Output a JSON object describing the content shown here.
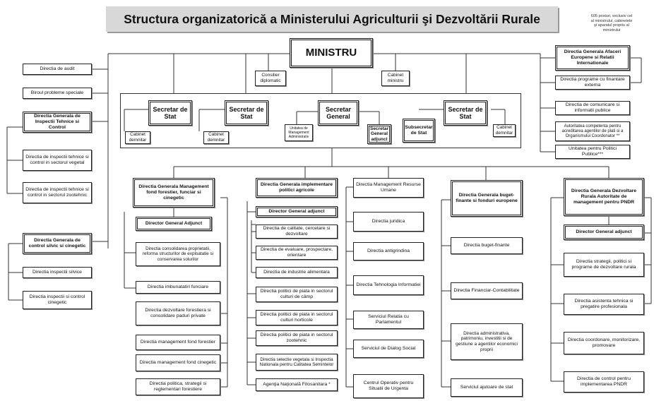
{
  "title": "Structura organizatorică a Ministerului Agriculturii şi Dezvoltării Rurale",
  "note": "605 posturi, exclusiv cel al ministrului, cabinetele şi aparatul propriu al ministrului",
  "top": {
    "ministru": "MINISTRU",
    "consilier": "Consilier diplomatic",
    "cabinet_ministru": "Cabinet ministru"
  },
  "secretariat": {
    "secretar_stat": "Secretar de Stat",
    "cabinet_demnitar": "Cabinet demnitar",
    "secretar_general": "Secretar General",
    "unitatea_management": "Unitatea de Management Administrativ",
    "secretar_general_adjunct": "Secretar General adjunct",
    "subsecretar": "Subsecretar de Stat"
  },
  "left": {
    "audit": "Directia de audit",
    "biroul": "Biroul probleme speciale",
    "dg_inspectii": "Directia Generala de Inspectii Tehnice si Control",
    "insp_vegetal": "Directia de inspectii tehnice si control in sectorul vegetal",
    "insp_zootehnic": "Directia de inspectii tehnice si control in sectorul zootehnic",
    "dg_control_silvic": "Directia Generala de control silvic si cinegetic",
    "insp_silvice": "Directia inspectii silvice",
    "insp_cinegetic": "Directia inspectii si control cinegetic"
  },
  "right": {
    "afaceri_europene": "Directia Generala Afaceri Europene si Relatii Internationale",
    "programe_externa": "Directia programe cu finantare externa",
    "comunicare": "Directia de comunicare si informatii publice",
    "autoritatea": "Autoritatea competenta pentru acreditarea agentilor de plati si a Organismului Coordonator **",
    "politici_publice": "Unitatea pentru Politici Publice***"
  },
  "col1": {
    "head": "Directia Generala Management fond forestier, funciar si cinegetic",
    "adjunct": "Director General Adjunct",
    "consolidarea": "Directia consolidarea proprietatii, reforma structurilor de exploatatie si conservarea solurilor",
    "imbunatatiri": "Directia imbunatatiri funciare",
    "dezvoltare_forestiera": "Directia dezvoltare forestiera si consolidare paduri private",
    "management_forestier": "Directia management fond forestier",
    "management_cinegetic": "Directia management fond cinegetic",
    "politica_forestiere": "Directia politica, strategii si reglementari forestiere"
  },
  "col2": {
    "head": "Directia Generala implementare politici agricole",
    "adjunct": "Director General adjunct",
    "calitate": "Directia de calitate, cercetare si dezvoltare",
    "evaluare": "Directia de evaluare, prospectare, orientare",
    "industrie": "Directia de industrie alimentara",
    "piata_camp": "Directia politici de piata in sectorul culturi de câmp",
    "piata_horticole": "Directia politici de piata in sectorul culturi horticole",
    "piata_zootehnic": "Directia politici de piata in sectorul zootehnic",
    "selectie": "Directia selectie vegetala si Inspectia Nationala pentru Calitatea Semintelor",
    "fitosanitara": "Agenţia Naţională Fitosanitara *"
  },
  "col3": {
    "resurse_umane": "Directia Management Resurse Umane",
    "juridica": "Directia juridica",
    "antigrindina": "Directia antigrindina",
    "tehnologia": "Directia Tehnologia Informatiei",
    "parlamentul": "Serviciul Relatia cu Parlamentul",
    "dialog_social": "Serviciul de Dialog Social",
    "centrul_operativ": "Centrul Operativ pentru Situatii de Urgenta"
  },
  "col4": {
    "head": "Directia Generala buget-finante si fonduri europene",
    "buget_finante": "Directia buget-finante",
    "financiar": "Directia Financiar-Contabilitate",
    "administrativa": "Directia administrativa, patrimoniu, investitii si de gestiune a agentilor economici proprii",
    "ajutoare": "Serviciul ajutoare de stat"
  },
  "col5": {
    "head": "Directia Generala Dezvoltare Rurala Autoritate de management pentru PNDR",
    "adjunct": "Director General adjunct",
    "strategii": "Directia strategii, politici si programe de dezvoltare rurala",
    "asistenta": "Directia asistenta tehnica si pregatire profesionala",
    "coordonare": "Directia coordonare, monitorizare, promovare",
    "control_pndr": "Directia de control pentru implementarea PNDR"
  }
}
